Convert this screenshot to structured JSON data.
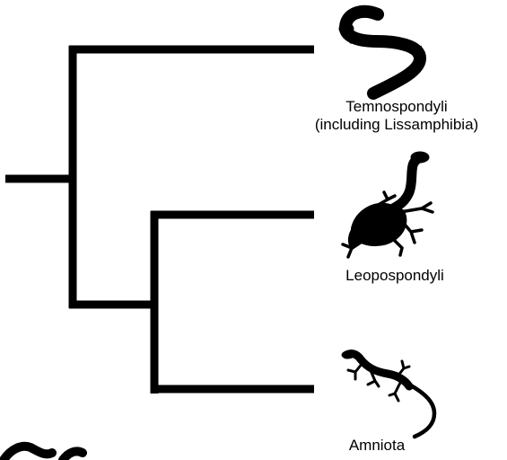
{
  "diagram": {
    "type": "cladogram",
    "line_color": "#000000",
    "silhouette_color": "#000000",
    "background": "#ffffff"
  },
  "taxa": [
    {
      "id": "temnospondyli",
      "label_line1": "Temnospondyli",
      "label_line2": "(including Lissamphibia)",
      "silhouette": "salamander-silhouette"
    },
    {
      "id": "leopospondyli",
      "label_line1": "Leopospondyli",
      "silhouette": "lepospondyl-silhouette"
    },
    {
      "id": "amniota",
      "label_line1": "Amniota",
      "silhouette": "lizard-silhouette"
    }
  ]
}
